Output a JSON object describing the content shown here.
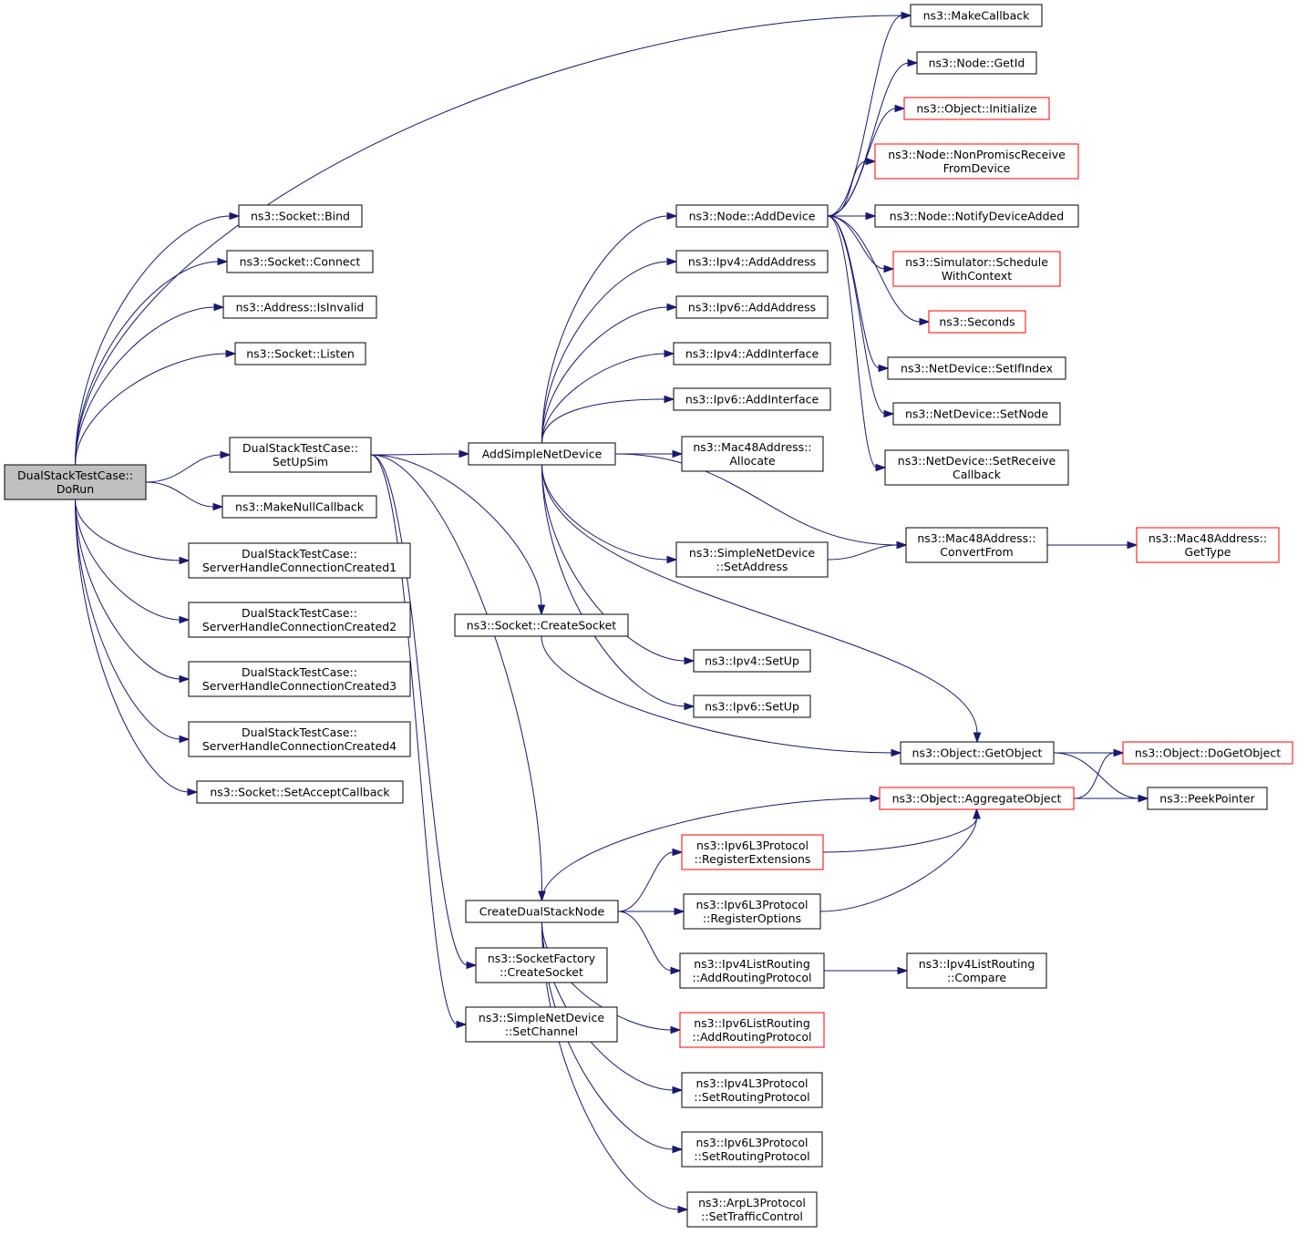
{
  "nodes": [
    {
      "id": "doRun",
      "lines": [
        "DualStackTestCase::",
        "DoRun"
      ],
      "style": "root"
    },
    {
      "id": "bind",
      "lines": [
        "ns3::Socket::Bind"
      ],
      "style": "normal"
    },
    {
      "id": "connect",
      "lines": [
        "ns3::Socket::Connect"
      ],
      "style": "normal"
    },
    {
      "id": "isInvalid",
      "lines": [
        "ns3::Address::IsInvalid"
      ],
      "style": "normal"
    },
    {
      "id": "listen",
      "lines": [
        "ns3::Socket::Listen"
      ],
      "style": "normal"
    },
    {
      "id": "setUpSim",
      "lines": [
        "DualStackTestCase::",
        "SetUpSim"
      ],
      "style": "normal"
    },
    {
      "id": "makeNull",
      "lines": [
        "ns3::MakeNullCallback"
      ],
      "style": "normal"
    },
    {
      "id": "shc1",
      "lines": [
        "DualStackTestCase::",
        "ServerHandleConnectionCreated1"
      ],
      "style": "normal"
    },
    {
      "id": "shc2",
      "lines": [
        "DualStackTestCase::",
        "ServerHandleConnectionCreated2"
      ],
      "style": "normal"
    },
    {
      "id": "shc3",
      "lines": [
        "DualStackTestCase::",
        "ServerHandleConnectionCreated3"
      ],
      "style": "normal"
    },
    {
      "id": "shc4",
      "lines": [
        "DualStackTestCase::",
        "ServerHandleConnectionCreated4"
      ],
      "style": "normal"
    },
    {
      "id": "setAccept",
      "lines": [
        "ns3::Socket::SetAcceptCallback"
      ],
      "style": "normal"
    },
    {
      "id": "addSimple",
      "lines": [
        "AddSimpleNetDevice"
      ],
      "style": "normal"
    },
    {
      "id": "createSocket",
      "lines": [
        "ns3::Socket::CreateSocket"
      ],
      "style": "normal"
    },
    {
      "id": "createDual",
      "lines": [
        "CreateDualStackNode"
      ],
      "style": "normal"
    },
    {
      "id": "sfCreate",
      "lines": [
        "ns3::SocketFactory",
        "::CreateSocket"
      ],
      "style": "normal"
    },
    {
      "id": "sndSetChannel",
      "lines": [
        "ns3::SimpleNetDevice",
        "::SetChannel"
      ],
      "style": "normal"
    },
    {
      "id": "makeCallback",
      "lines": [
        "ns3::MakeCallback"
      ],
      "style": "normal"
    },
    {
      "id": "nodeAddDevice",
      "lines": [
        "ns3::Node::AddDevice"
      ],
      "style": "normal"
    },
    {
      "id": "ipv4AddAddr",
      "lines": [
        "ns3::Ipv4::AddAddress"
      ],
      "style": "normal"
    },
    {
      "id": "ipv6AddAddr",
      "lines": [
        "ns3::Ipv6::AddAddress"
      ],
      "style": "normal"
    },
    {
      "id": "ipv4AddIf",
      "lines": [
        "ns3::Ipv4::AddInterface"
      ],
      "style": "normal"
    },
    {
      "id": "ipv6AddIf",
      "lines": [
        "ns3::Ipv6::AddInterface"
      ],
      "style": "normal"
    },
    {
      "id": "macAllocate",
      "lines": [
        "ns3::Mac48Address::",
        "Allocate"
      ],
      "style": "normal"
    },
    {
      "id": "sndSetAddress",
      "lines": [
        "ns3::SimpleNetDevice",
        "::SetAddress"
      ],
      "style": "normal"
    },
    {
      "id": "ipv4SetUp",
      "lines": [
        "ns3::Ipv4::SetUp"
      ],
      "style": "normal"
    },
    {
      "id": "ipv6SetUp",
      "lines": [
        "ns3::Ipv6::SetUp"
      ],
      "style": "normal"
    },
    {
      "id": "nodeGetId",
      "lines": [
        "ns3::Node::GetId"
      ],
      "style": "normal"
    },
    {
      "id": "objInit",
      "lines": [
        "ns3::Object::Initialize"
      ],
      "style": "ext"
    },
    {
      "id": "nodeNonPromisc",
      "lines": [
        "ns3::Node::NonPromiscReceive",
        "FromDevice"
      ],
      "style": "ext"
    },
    {
      "id": "nodeNotify",
      "lines": [
        "ns3::Node::NotifyDeviceAdded"
      ],
      "style": "normal"
    },
    {
      "id": "simSchedule",
      "lines": [
        "ns3::Simulator::Schedule",
        "WithContext"
      ],
      "style": "ext"
    },
    {
      "id": "seconds",
      "lines": [
        "ns3::Seconds"
      ],
      "style": "ext"
    },
    {
      "id": "ndSetIfIndex",
      "lines": [
        "ns3::NetDevice::SetIfIndex"
      ],
      "style": "normal"
    },
    {
      "id": "ndSetNode",
      "lines": [
        "ns3::NetDevice::SetNode"
      ],
      "style": "normal"
    },
    {
      "id": "ndSetReceive",
      "lines": [
        "ns3::NetDevice::SetReceive",
        "Callback"
      ],
      "style": "normal"
    },
    {
      "id": "macConvert",
      "lines": [
        "ns3::Mac48Address::",
        "ConvertFrom"
      ],
      "style": "normal"
    },
    {
      "id": "macGetType",
      "lines": [
        "ns3::Mac48Address::",
        "GetType"
      ],
      "style": "ext"
    },
    {
      "id": "objGetObject",
      "lines": [
        "ns3::Object::GetObject"
      ],
      "style": "normal"
    },
    {
      "id": "objDoGetObject",
      "lines": [
        "ns3::Object::DoGetObject"
      ],
      "style": "ext"
    },
    {
      "id": "peekPointer",
      "lines": [
        "ns3::PeekPointer"
      ],
      "style": "normal"
    },
    {
      "id": "objAggregate",
      "lines": [
        "ns3::Object::AggregateObject"
      ],
      "style": "ext"
    },
    {
      "id": "ipv6RegExt",
      "lines": [
        "ns3::Ipv6L3Protocol",
        "::RegisterExtensions"
      ],
      "style": "ext"
    },
    {
      "id": "ipv6RegOpt",
      "lines": [
        "ns3::Ipv6L3Protocol",
        "::RegisterOptions"
      ],
      "style": "normal"
    },
    {
      "id": "ipv4ListAdd",
      "lines": [
        "ns3::Ipv4ListRouting",
        "::AddRoutingProtocol"
      ],
      "style": "normal"
    },
    {
      "id": "ipv4ListCompare",
      "lines": [
        "ns3::Ipv4ListRouting",
        "::Compare"
      ],
      "style": "normal"
    },
    {
      "id": "ipv6ListAdd",
      "lines": [
        "ns3::Ipv6ListRouting",
        "::AddRoutingProtocol"
      ],
      "style": "ext"
    },
    {
      "id": "ipv4SetRouting",
      "lines": [
        "ns3::Ipv4L3Protocol",
        "::SetRoutingProtocol"
      ],
      "style": "normal"
    },
    {
      "id": "ipv6SetRouting",
      "lines": [
        "ns3::Ipv6L3Protocol",
        "::SetRoutingProtocol"
      ],
      "style": "normal"
    },
    {
      "id": "arpSetTraffic",
      "lines": [
        "ns3::ArpL3Protocol",
        "::SetTrafficControl"
      ],
      "style": "normal"
    }
  ],
  "edges": [
    {
      "from": "doRun",
      "to": "bind"
    },
    {
      "from": "doRun",
      "to": "connect"
    },
    {
      "from": "doRun",
      "to": "isInvalid"
    },
    {
      "from": "doRun",
      "to": "listen"
    },
    {
      "from": "doRun",
      "to": "makeCallback"
    },
    {
      "from": "doRun",
      "to": "setUpSim"
    },
    {
      "from": "doRun",
      "to": "makeNull"
    },
    {
      "from": "doRun",
      "to": "shc1"
    },
    {
      "from": "doRun",
      "to": "shc2"
    },
    {
      "from": "doRun",
      "to": "shc3"
    },
    {
      "from": "doRun",
      "to": "shc4"
    },
    {
      "from": "doRun",
      "to": "setAccept"
    },
    {
      "from": "setUpSim",
      "to": "addSimple"
    },
    {
      "from": "setUpSim",
      "to": "createSocket"
    },
    {
      "from": "setUpSim",
      "to": "createDual"
    },
    {
      "from": "setUpSim",
      "to": "sfCreate"
    },
    {
      "from": "setUpSim",
      "to": "sndSetChannel"
    },
    {
      "from": "addSimple",
      "to": "nodeAddDevice"
    },
    {
      "from": "addSimple",
      "to": "ipv4AddAddr"
    },
    {
      "from": "addSimple",
      "to": "ipv6AddAddr"
    },
    {
      "from": "addSimple",
      "to": "ipv4AddIf"
    },
    {
      "from": "addSimple",
      "to": "ipv6AddIf"
    },
    {
      "from": "addSimple",
      "to": "macAllocate"
    },
    {
      "from": "addSimple",
      "to": "macConvert"
    },
    {
      "from": "addSimple",
      "to": "sndSetAddress"
    },
    {
      "from": "addSimple",
      "to": "objGetObject"
    },
    {
      "from": "addSimple",
      "to": "ipv4SetUp"
    },
    {
      "from": "addSimple",
      "to": "ipv6SetUp"
    },
    {
      "from": "nodeAddDevice",
      "to": "makeCallback"
    },
    {
      "from": "nodeAddDevice",
      "to": "nodeGetId"
    },
    {
      "from": "nodeAddDevice",
      "to": "objInit"
    },
    {
      "from": "nodeAddDevice",
      "to": "nodeNonPromisc"
    },
    {
      "from": "nodeAddDevice",
      "to": "nodeNotify"
    },
    {
      "from": "nodeAddDevice",
      "to": "simSchedule"
    },
    {
      "from": "nodeAddDevice",
      "to": "seconds"
    },
    {
      "from": "nodeAddDevice",
      "to": "ndSetIfIndex"
    },
    {
      "from": "nodeAddDevice",
      "to": "ndSetNode"
    },
    {
      "from": "nodeAddDevice",
      "to": "ndSetReceive"
    },
    {
      "from": "sndSetAddress",
      "to": "macConvert"
    },
    {
      "from": "macConvert",
      "to": "macGetType"
    },
    {
      "from": "createSocket",
      "to": "objGetObject"
    },
    {
      "from": "objGetObject",
      "to": "objDoGetObject"
    },
    {
      "from": "objGetObject",
      "to": "peekPointer"
    },
    {
      "from": "objAggregate",
      "to": "objDoGetObject"
    },
    {
      "from": "objAggregate",
      "to": "peekPointer"
    },
    {
      "from": "createDual",
      "to": "objAggregate"
    },
    {
      "from": "createDual",
      "to": "ipv6RegExt"
    },
    {
      "from": "createDual",
      "to": "ipv6RegOpt"
    },
    {
      "from": "createDual",
      "to": "ipv4ListAdd"
    },
    {
      "from": "createDual",
      "to": "ipv6ListAdd"
    },
    {
      "from": "createDual",
      "to": "ipv4SetRouting"
    },
    {
      "from": "createDual",
      "to": "ipv6SetRouting"
    },
    {
      "from": "createDual",
      "to": "arpSetTraffic"
    },
    {
      "from": "ipv6RegExt",
      "to": "objAggregate"
    },
    {
      "from": "ipv6RegOpt",
      "to": "objAggregate"
    },
    {
      "from": "ipv4ListAdd",
      "to": "ipv4ListCompare"
    }
  ],
  "colors": {
    "edge": "#191970",
    "root_fill": "#bfbfbf",
    "node_border": "#000000",
    "external_border": "#ff0000"
  }
}
